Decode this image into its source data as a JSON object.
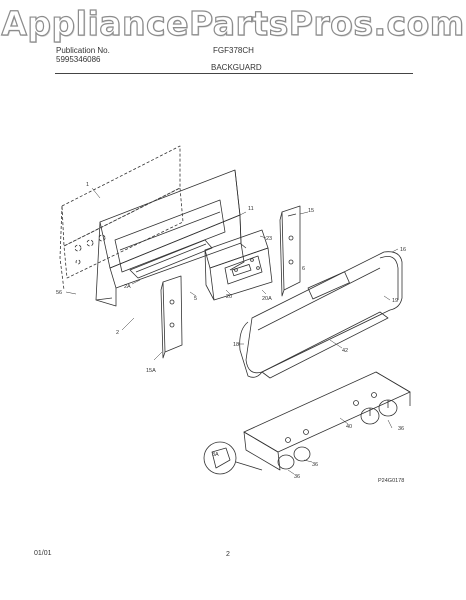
{
  "watermark": "AppliancePartsPros.com",
  "header": {
    "publication_label": "Publication No.",
    "publication_number": "5995346086",
    "model": "FGF378CH",
    "section_title": "BACKGUARD"
  },
  "parts": {
    "p1": "1",
    "p2": "2",
    "p2a": "2A",
    "p5": "5",
    "p6": "6",
    "p11": "11",
    "p15": "15",
    "p15a": "15A",
    "p16": "16",
    "p18": "18",
    "p19": "19",
    "p20": "20",
    "p20a": "20A",
    "p23": "23",
    "p36a": "36",
    "p36b": "36",
    "p36c": "36",
    "p40": "40",
    "p42": "42",
    "p56": "56",
    "p3a": "3A"
  },
  "figure_code": "P24G0178",
  "footer": {
    "date": "01/01",
    "page": "2"
  }
}
